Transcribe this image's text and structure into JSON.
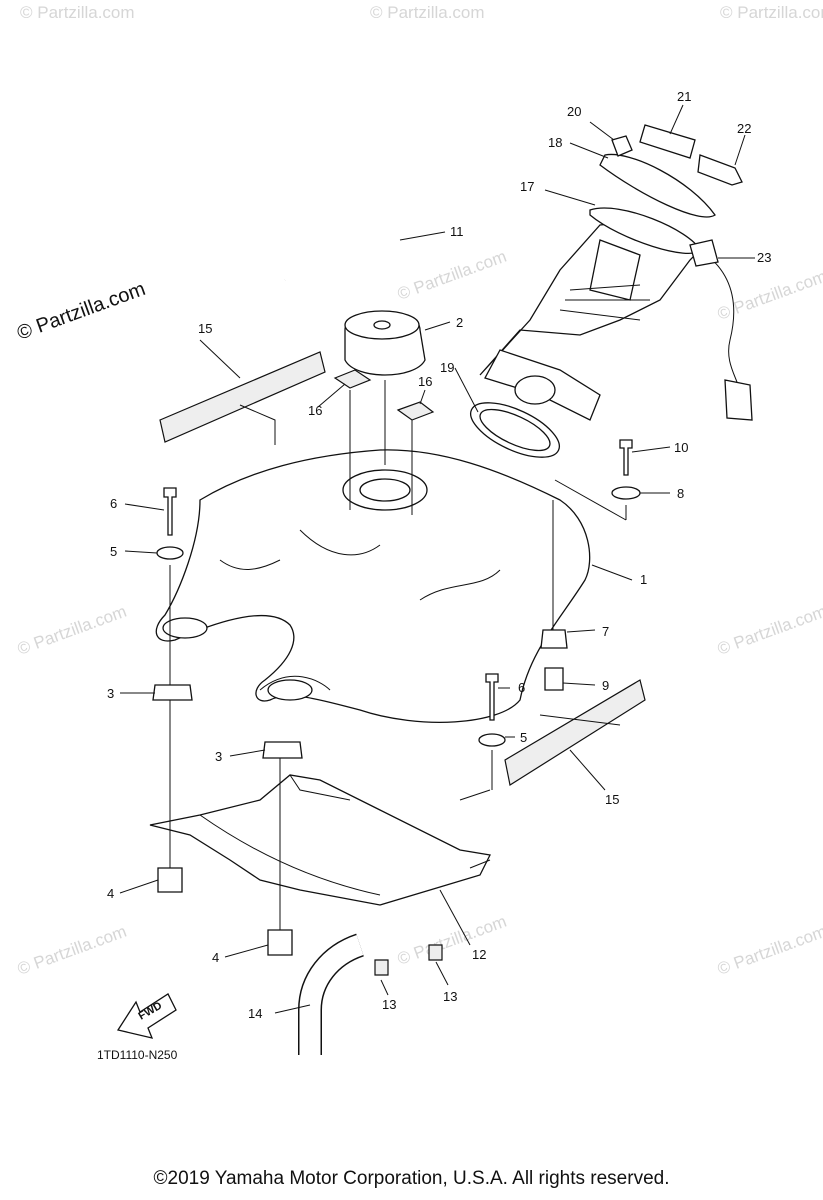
{
  "watermark": {
    "main": "© Partzilla.com",
    "repeat": "© Partzilla.com"
  },
  "callouts": [
    "1",
    "2",
    "3",
    "3",
    "4",
    "4",
    "5",
    "5",
    "6",
    "6",
    "7",
    "8",
    "9",
    "10",
    "11",
    "12",
    "13",
    "13",
    "14",
    "15",
    "15",
    "16",
    "16",
    "17",
    "18",
    "19",
    "20",
    "21",
    "22",
    "23"
  ],
  "fwd_label": "FWD",
  "diagram_code": "1TD1110-N250",
  "copyright": "©2019 Yamaha Motor Corporation, U.S.A. All rights reserved."
}
